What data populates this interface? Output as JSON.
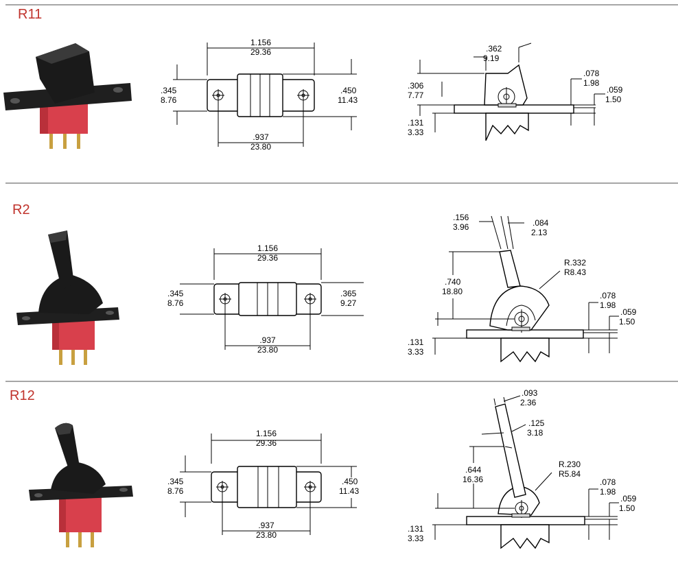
{
  "sections": [
    {
      "title": "R11",
      "top_dims": {
        "width_in": "1.156",
        "width_mm": "29.36",
        "left_h_in": ".345",
        "left_h_mm": "8.76",
        "right_h_in": ".450",
        "right_h_mm": "11.43",
        "hole_in": ".937",
        "hole_mm": "23.80"
      },
      "side_dims": {
        "a_in": ".362",
        "a_mm": "9.19",
        "b_in": ".306",
        "b_mm": "7.77",
        "c_in": ".078",
        "c_mm": "1.98",
        "d_in": ".059",
        "d_mm": "1.50",
        "e_in": ".131",
        "e_mm": "3.33"
      }
    },
    {
      "title": "R2",
      "top_dims": {
        "width_in": "1.156",
        "width_mm": "29.36",
        "left_h_in": ".345",
        "left_h_mm": "8.76",
        "right_h_in": ".365",
        "right_h_mm": "9.27",
        "hole_in": ".937",
        "hole_mm": "23.80"
      },
      "side_dims": {
        "a_in": ".156",
        "a_mm": "3.96",
        "b_in": ".084",
        "b_mm": "2.13",
        "h_in": ".740",
        "h_mm": "18.80",
        "r_in": "R.332",
        "r_mm": "R8.43",
        "c_in": ".078",
        "c_mm": "1.98",
        "d_in": ".059",
        "d_mm": "1.50",
        "e_in": ".131",
        "e_mm": "3.33"
      }
    },
    {
      "title": "R12",
      "top_dims": {
        "width_in": "1.156",
        "width_mm": "29.36",
        "left_h_in": ".345",
        "left_h_mm": "8.76",
        "right_h_in": ".450",
        "right_h_mm": "11.43",
        "hole_in": ".937",
        "hole_mm": "23.80"
      },
      "side_dims": {
        "a_in": ".093",
        "a_mm": "2.36",
        "b_in": ".125",
        "b_mm": "3.18",
        "h_in": ".644",
        "h_mm": "16.36",
        "r_in": "R.230",
        "r_mm": "R5.84",
        "c_in": ".078",
        "c_mm": "1.98",
        "d_in": ".059",
        "d_mm": "1.50",
        "e_in": ".131",
        "e_mm": "3.33"
      }
    }
  ],
  "colors": {
    "title": "#c0332c",
    "divider": "#a6a6a6",
    "switch_body": "#1a1a1a",
    "switch_base": "#d8404c",
    "pins": "#c8a040"
  }
}
